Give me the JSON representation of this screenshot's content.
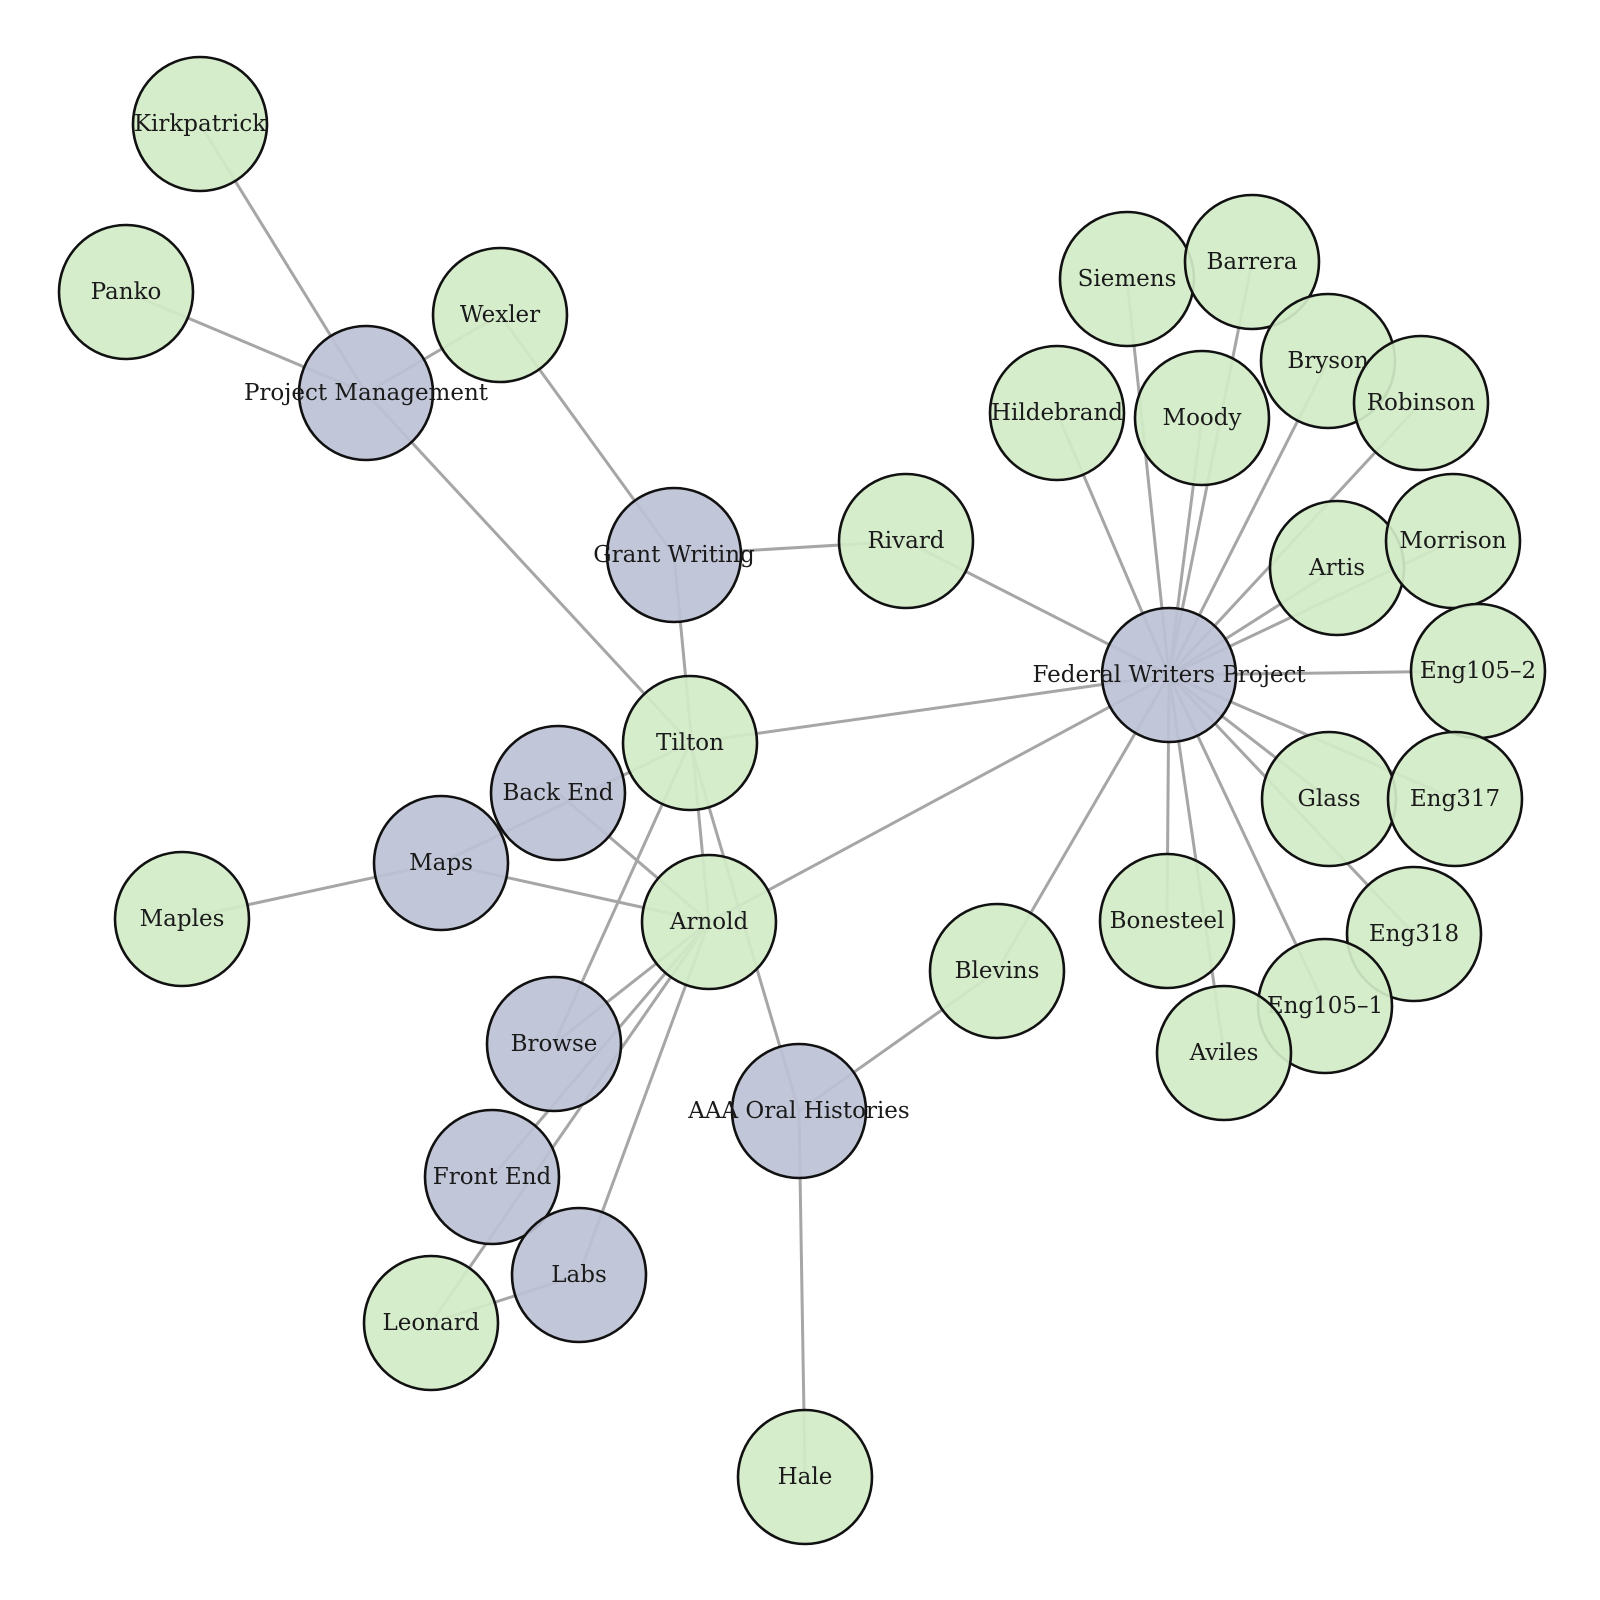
{
  "colors": {
    "person_fill": "#d3ebc8",
    "project_fill": "#bdc1d6",
    "edge": "#a6a6a6",
    "outline": "#111111"
  },
  "nodes": [
    {
      "id": "kirkpatrick",
      "label": "Kirkpatrick",
      "kind": "person"
    },
    {
      "id": "panko",
      "label": "Panko",
      "kind": "person"
    },
    {
      "id": "wexler",
      "label": "Wexler",
      "kind": "person"
    },
    {
      "id": "project-management",
      "label": "Project Management",
      "kind": "project"
    },
    {
      "id": "grant-writing",
      "label": "Grant Writing",
      "kind": "project"
    },
    {
      "id": "rivard",
      "label": "Rivard",
      "kind": "person"
    },
    {
      "id": "tilton",
      "label": "Tilton",
      "kind": "person"
    },
    {
      "id": "back-end",
      "label": "Back End",
      "kind": "project"
    },
    {
      "id": "maps",
      "label": "Maps",
      "kind": "project"
    },
    {
      "id": "maples",
      "label": "Maples",
      "kind": "person"
    },
    {
      "id": "arnold",
      "label": "Arnold",
      "kind": "person"
    },
    {
      "id": "browse",
      "label": "Browse",
      "kind": "project"
    },
    {
      "id": "front-end",
      "label": "Front End",
      "kind": "project"
    },
    {
      "id": "labs",
      "label": "Labs",
      "kind": "project"
    },
    {
      "id": "leonard",
      "label": "Leonard",
      "kind": "person"
    },
    {
      "id": "aaa-oral-histories",
      "label": "AAA Oral Histories",
      "kind": "project"
    },
    {
      "id": "hale",
      "label": "Hale",
      "kind": "person"
    },
    {
      "id": "blevins",
      "label": "Blevins",
      "kind": "person"
    },
    {
      "id": "federal-writers-project",
      "label": "Federal Writers Project",
      "kind": "project"
    },
    {
      "id": "siemens",
      "label": "Siemens",
      "kind": "person"
    },
    {
      "id": "barrera",
      "label": "Barrera",
      "kind": "person"
    },
    {
      "id": "bryson",
      "label": "Bryson",
      "kind": "person"
    },
    {
      "id": "robinson",
      "label": "Robinson",
      "kind": "person"
    },
    {
      "id": "hildebrand",
      "label": "Hildebrand",
      "kind": "person"
    },
    {
      "id": "moody",
      "label": "Moody",
      "kind": "person"
    },
    {
      "id": "artis",
      "label": "Artis",
      "kind": "person"
    },
    {
      "id": "morrison",
      "label": "Morrison",
      "kind": "person"
    },
    {
      "id": "eng105-2",
      "label": "Eng105–2",
      "kind": "person"
    },
    {
      "id": "glass",
      "label": "Glass",
      "kind": "person"
    },
    {
      "id": "eng317",
      "label": "Eng317",
      "kind": "person"
    },
    {
      "id": "bonesteel",
      "label": "Bonesteel",
      "kind": "person"
    },
    {
      "id": "eng318",
      "label": "Eng318",
      "kind": "person"
    },
    {
      "id": "eng105-1",
      "label": "Eng105–1",
      "kind": "person"
    },
    {
      "id": "aviles",
      "label": "Aviles",
      "kind": "person"
    }
  ],
  "edges": [
    [
      "kirkpatrick",
      "project-management"
    ],
    [
      "panko",
      "project-management"
    ],
    [
      "wexler",
      "project-management"
    ],
    [
      "project-management",
      "tilton"
    ],
    [
      "wexler",
      "grant-writing"
    ],
    [
      "grant-writing",
      "rivard"
    ],
    [
      "grant-writing",
      "arnold"
    ],
    [
      "rivard",
      "federal-writers-project"
    ],
    [
      "tilton",
      "federal-writers-project"
    ],
    [
      "tilton",
      "maps"
    ],
    [
      "tilton",
      "browse"
    ],
    [
      "tilton",
      "aaa-oral-histories"
    ],
    [
      "back-end",
      "arnold"
    ],
    [
      "maps",
      "arnold"
    ],
    [
      "maps",
      "maples"
    ],
    [
      "arnold",
      "federal-writers-project"
    ],
    [
      "arnold",
      "browse"
    ],
    [
      "arnold",
      "front-end"
    ],
    [
      "arnold",
      "labs"
    ],
    [
      "arnold",
      "leonard"
    ],
    [
      "labs",
      "leonard"
    ],
    [
      "aaa-oral-histories",
      "hale"
    ],
    [
      "aaa-oral-histories",
      "blevins"
    ],
    [
      "federal-writers-project",
      "blevins"
    ],
    [
      "federal-writers-project",
      "siemens"
    ],
    [
      "federal-writers-project",
      "barrera"
    ],
    [
      "federal-writers-project",
      "bryson"
    ],
    [
      "federal-writers-project",
      "robinson"
    ],
    [
      "federal-writers-project",
      "hildebrand"
    ],
    [
      "federal-writers-project",
      "moody"
    ],
    [
      "federal-writers-project",
      "artis"
    ],
    [
      "federal-writers-project",
      "morrison"
    ],
    [
      "federal-writers-project",
      "eng105-2"
    ],
    [
      "federal-writers-project",
      "glass"
    ],
    [
      "federal-writers-project",
      "eng317"
    ],
    [
      "federal-writers-project",
      "bonesteel"
    ],
    [
      "federal-writers-project",
      "eng318"
    ],
    [
      "federal-writers-project",
      "eng105-1"
    ],
    [
      "federal-writers-project",
      "aviles"
    ]
  ]
}
